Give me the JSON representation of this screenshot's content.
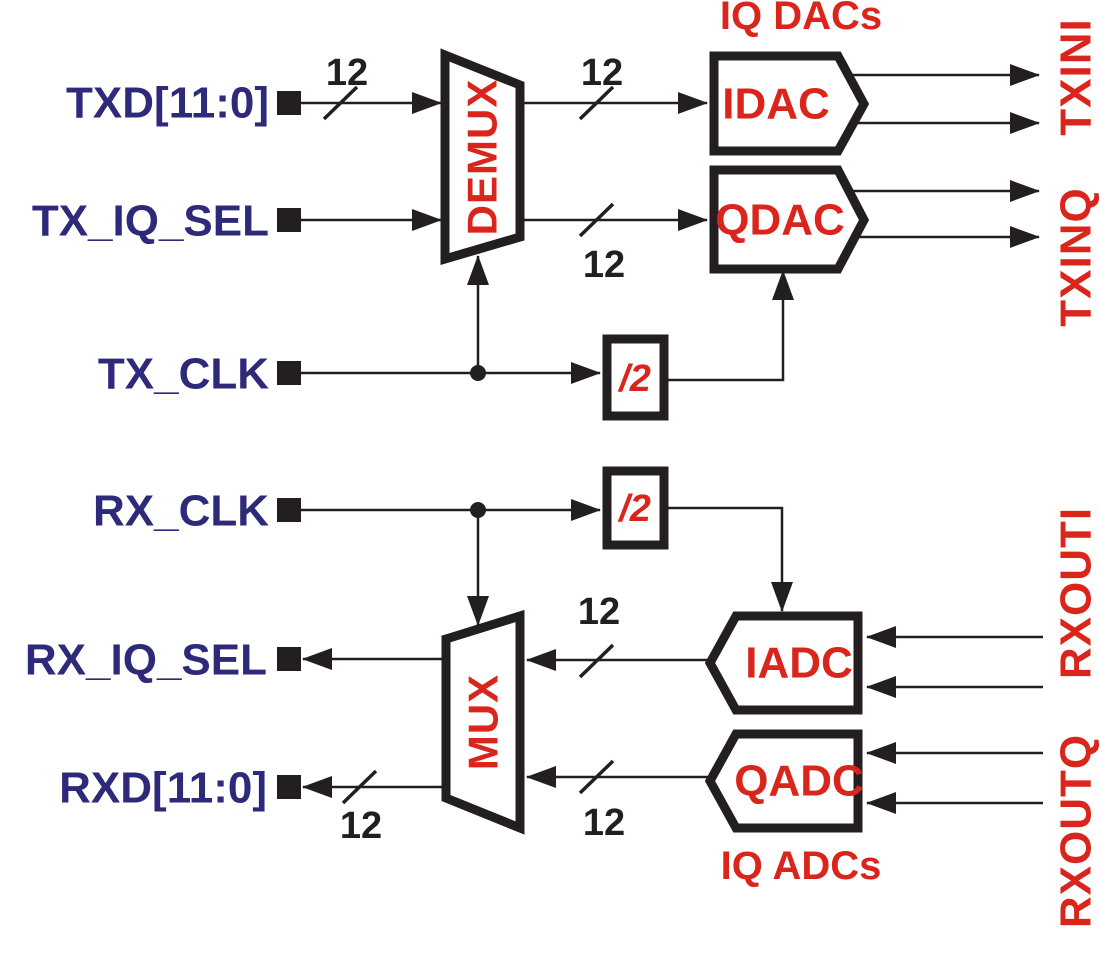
{
  "colors": {
    "red": "#da251d",
    "navy": "#2e2a7a",
    "line": "#231f20",
    "background": "#ffffff"
  },
  "ports": {
    "txd": "TXD[11:0]",
    "tx_iq_sel": "TX_IQ_SEL",
    "tx_clk": "TX_CLK",
    "rx_clk": "RX_CLK",
    "rx_iq_sel": "RX_IQ_SEL",
    "rxd": "RXD[11:0]"
  },
  "blocks": {
    "demux": "DEMUX",
    "mux": "MUX",
    "idac": "IDAC",
    "qdac": "QDAC",
    "iadc": "IADC",
    "qadc": "QADC",
    "tx_divider": "/2",
    "rx_divider": "/2"
  },
  "group_labels": {
    "iq_dacs": "IQ DACs",
    "iq_adcs": "IQ ADCs"
  },
  "signals": {
    "txini": "TXINI",
    "txinq": "TXINQ",
    "rxouti": "RXOUTI",
    "rxoutq": "RXOUTQ"
  },
  "bus": {
    "width": "12"
  }
}
